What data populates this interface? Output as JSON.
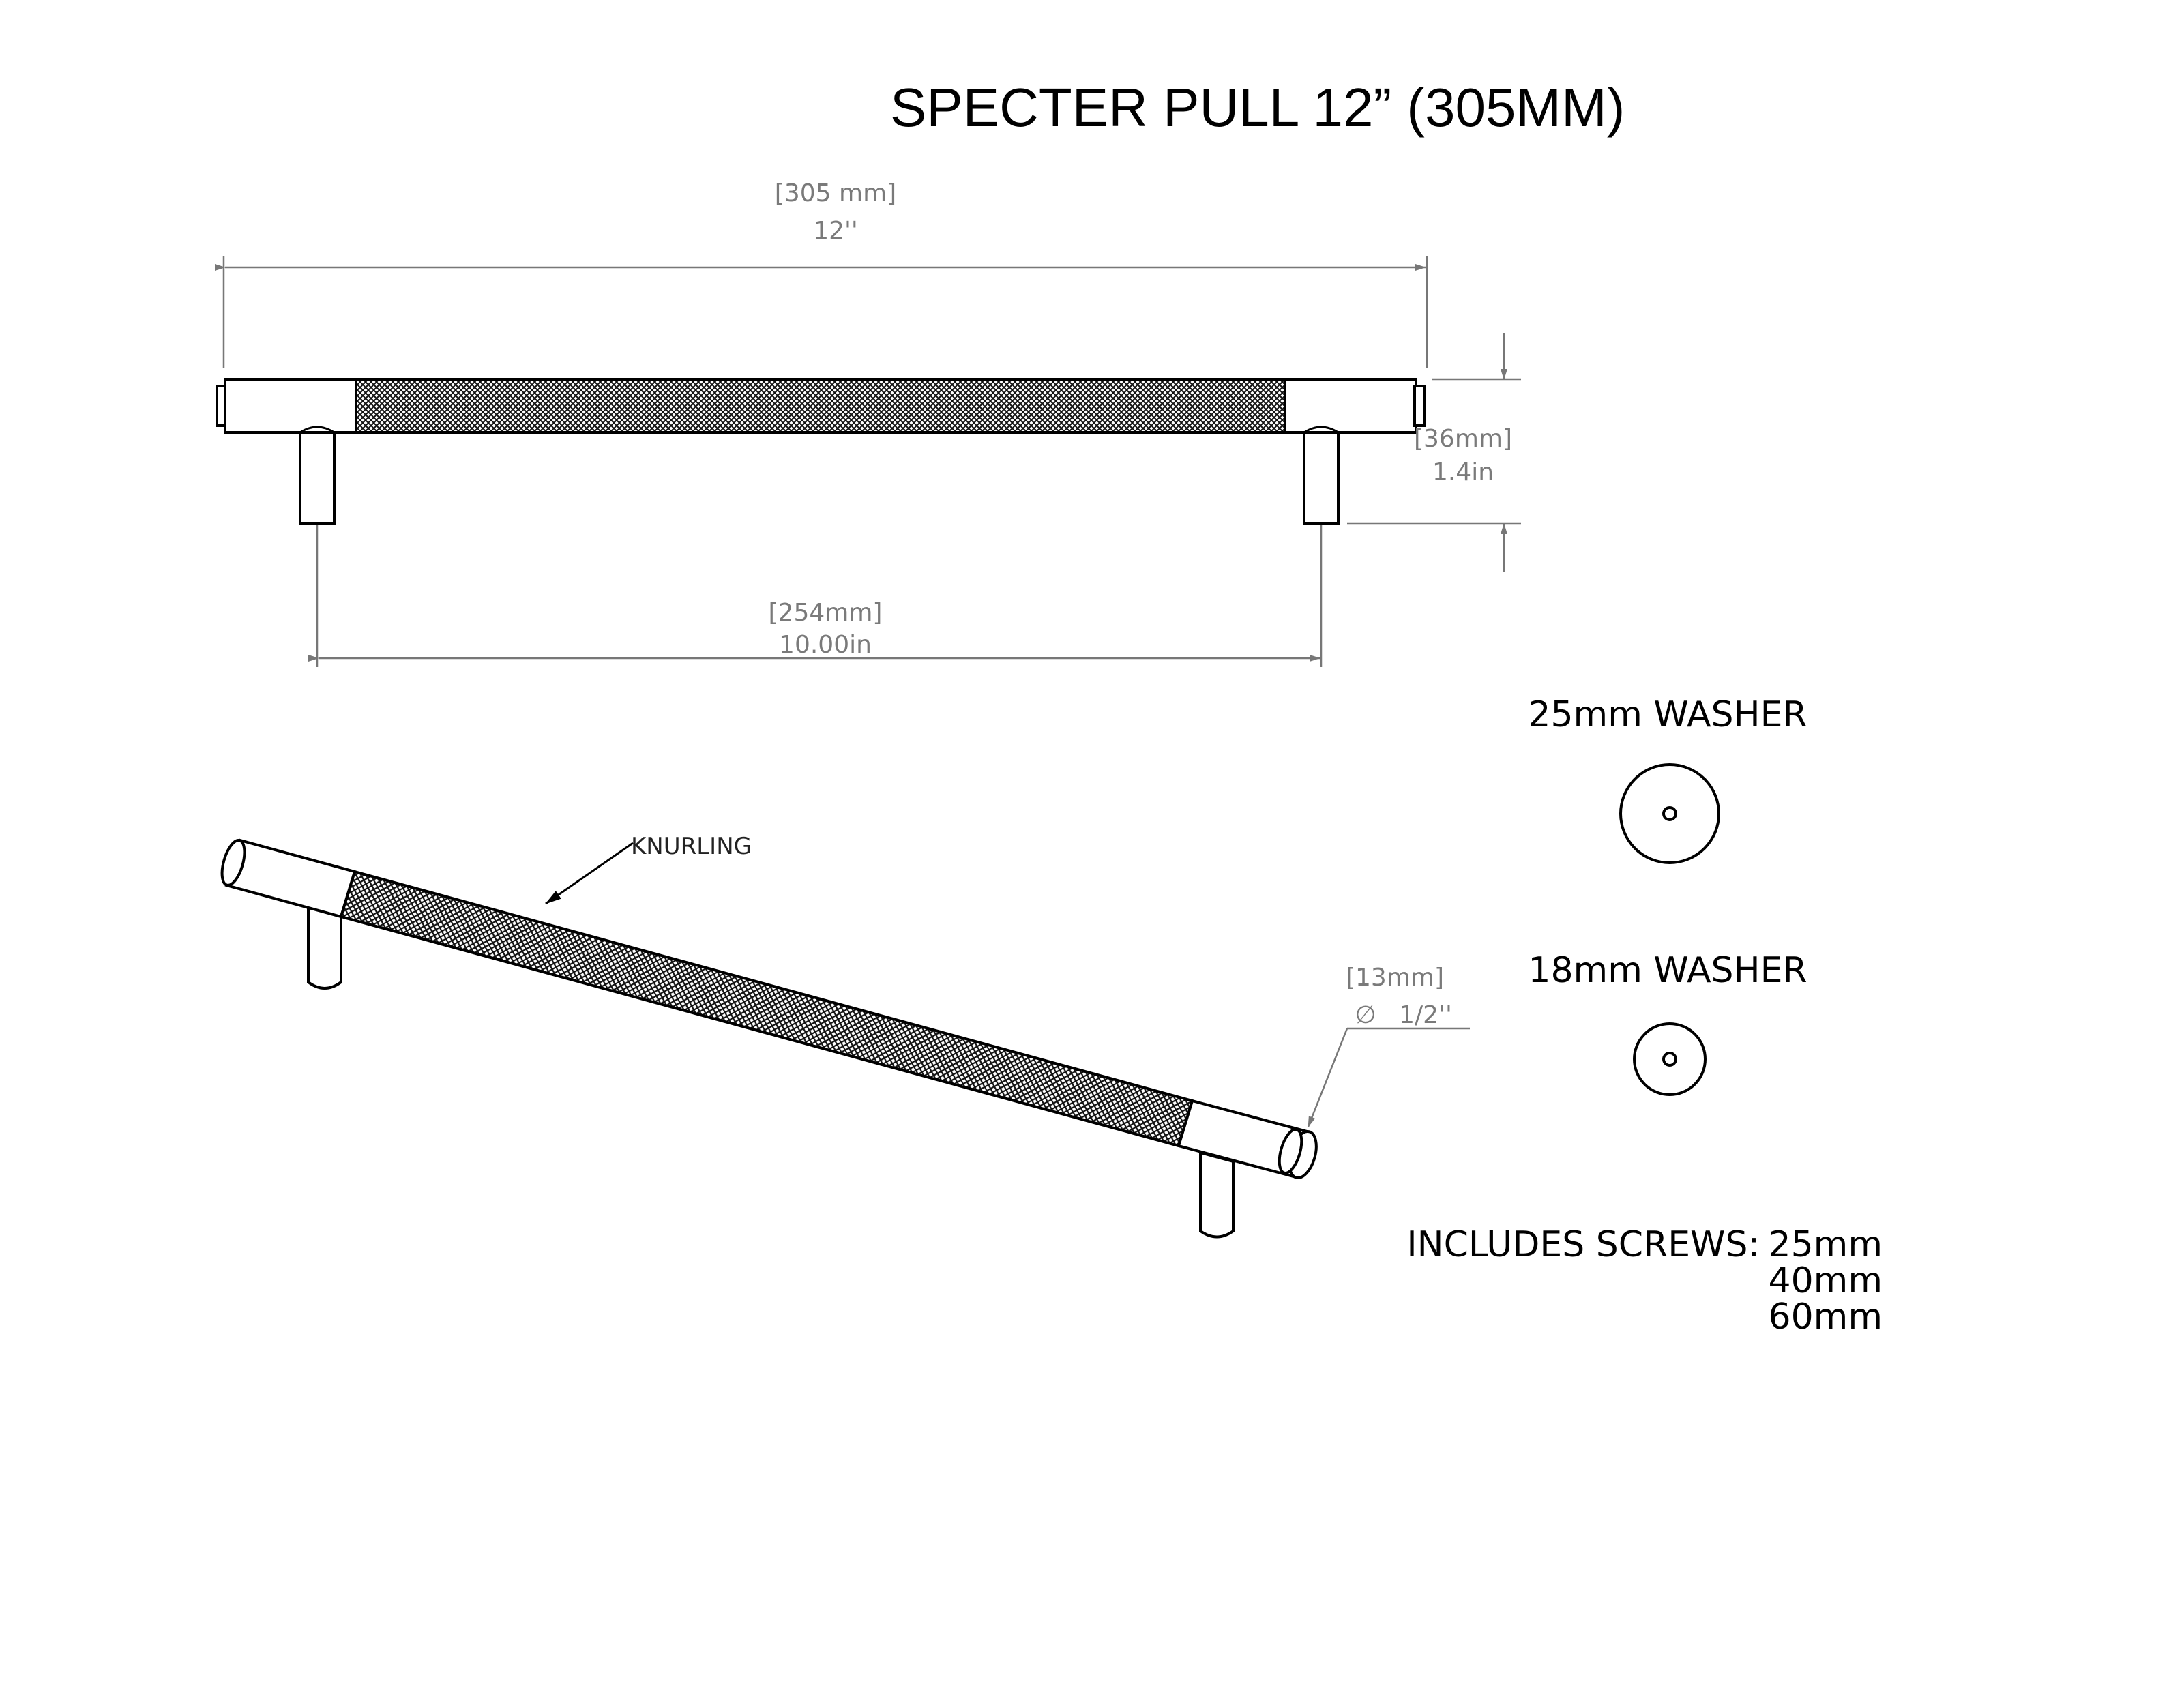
{
  "title": "SPECTER PULL 12” (305MM)",
  "dimensions": {
    "overall_mm": "[305 mm]",
    "overall_in": "12''",
    "height_mm": "[36mm]",
    "height_in": "1.4in",
    "center_mm": "[254mm]",
    "center_in": "10.00in",
    "diameter_mm": "[13mm]",
    "diameter_in": "1/2''",
    "diameter_symbol": "∅"
  },
  "callouts": {
    "knurling": "KNURLING"
  },
  "washers": {
    "large": "25mm WASHER",
    "small": "18mm WASHER"
  },
  "screws": {
    "label": "INCLUDES SCREWS:",
    "sizes": [
      "25mm",
      "40mm",
      "60mm"
    ]
  },
  "colors": {
    "line": "#000000",
    "dimension": "#7a7a7a",
    "knurl": "#1a1a1a"
  }
}
